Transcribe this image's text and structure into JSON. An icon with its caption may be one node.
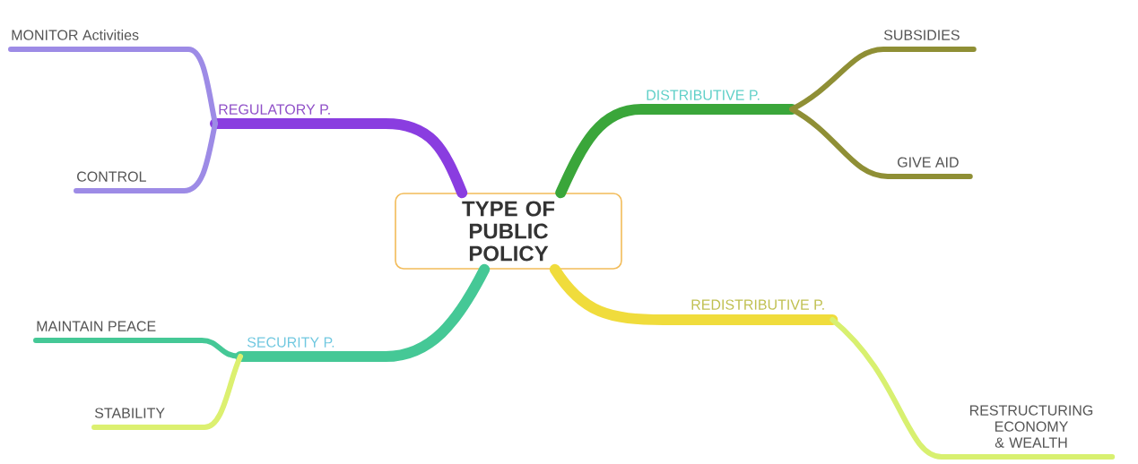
{
  "diagram": {
    "nodes": [
      {
        "text": [
          "TYPE OF PUBLIC POLICY"
        ]
      },
      {
        "text": [
          "REGULATORY P."
        ]
      },
      {
        "text": [
          "MONITOR Activities"
        ]
      },
      {
        "text": [
          "CONTROL"
        ]
      },
      {
        "text": [
          "DISTRIBUTIVE P."
        ]
      },
      {
        "text": [
          "SUBSIDIES"
        ]
      },
      {
        "text": [
          "GIVE AID"
        ]
      },
      {
        "text": [
          "REDISTRIBUTIVE P."
        ]
      },
      {
        "text": [
          "RESTRUCTURING ECONOMY & WEALTH"
        ]
      },
      {
        "text": [
          "SECURITY P."
        ]
      },
      {
        "text": [
          "MAINTAIN PEACE"
        ]
      },
      {
        "text": [
          "STABILITY"
        ]
      }
    ],
    "edges": [
      {
        "from": 0,
        "to": 1,
        "arrow": "none",
        "style": "thick",
        "color": "#8a3de0"
      },
      {
        "from": 1,
        "to": 2,
        "arrow": "none",
        "color": "#9d8be6"
      },
      {
        "from": 1,
        "to": 3,
        "arrow": "none",
        "color": "#9d8be6"
      },
      {
        "from": 0,
        "to": 4,
        "arrow": "none",
        "style": "thick",
        "color": "#3aa63a"
      },
      {
        "from": 4,
        "to": 5,
        "arrow": "none",
        "color": "#8f8f35"
      },
      {
        "from": 4,
        "to": 6,
        "arrow": "none",
        "color": "#8f8f35"
      },
      {
        "from": 0,
        "to": 7,
        "arrow": "none",
        "style": "thick",
        "color": "#f0dc3c"
      },
      {
        "from": 7,
        "to": 8,
        "arrow": "none",
        "color": "#d8f070"
      },
      {
        "from": 0,
        "to": 9,
        "arrow": "none",
        "style": "thick",
        "color": "#45c896"
      },
      {
        "from": 9,
        "to": 10,
        "arrow": "none",
        "color": "#45c896"
      },
      {
        "from": 9,
        "to": 11,
        "arrow": "none",
        "color": "#dcf070"
      }
    ]
  }
}
